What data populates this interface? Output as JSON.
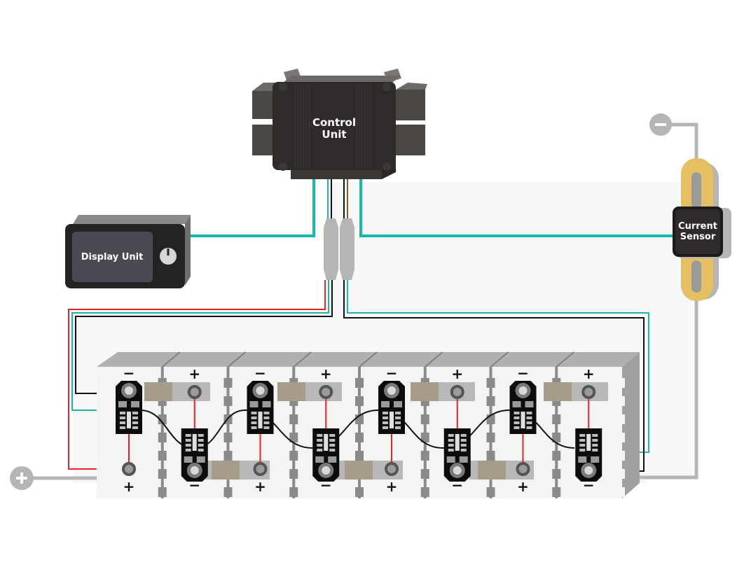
{
  "diagram": {
    "title": "Battery management system wiring",
    "colors": {
      "background": "#ffffff",
      "panel": "#f6f7f7",
      "teal_wire": "#1ab5ad",
      "red_wire": "#e8232b",
      "black_wire": "#111111",
      "brown_wire": "#8a5a2b",
      "ground_wire": "#b5b5b5",
      "device_dark": "#2f2b2a",
      "device_side": "#4a4644",
      "sensor_gold": "#e4c062",
      "cell_gray": "#b0b0b0",
      "busbar": "#a59c89",
      "terminal": "#5a5a5a",
      "board_black": "#0c0c0c"
    },
    "components": {
      "control_unit": {
        "label_line1": "Control",
        "label_line2": "Unit"
      },
      "display_unit": {
        "label": "Display Unit",
        "has_knob": true
      },
      "current_sensor": {
        "label_line1": "Current",
        "label_line2": "Sensor"
      },
      "pack_positive_terminal": {
        "symbol": "+"
      },
      "pack_negative_terminal": {
        "symbol": "−"
      }
    },
    "cells": {
      "count": 8,
      "top_polarity": [
        "−",
        "+",
        "−",
        "+",
        "−",
        "+",
        "−",
        "+"
      ],
      "bottom_polarity": [
        "+",
        "−",
        "+",
        "−",
        "+",
        "−",
        "+",
        "−"
      ],
      "monitor_boards": 8
    }
  }
}
